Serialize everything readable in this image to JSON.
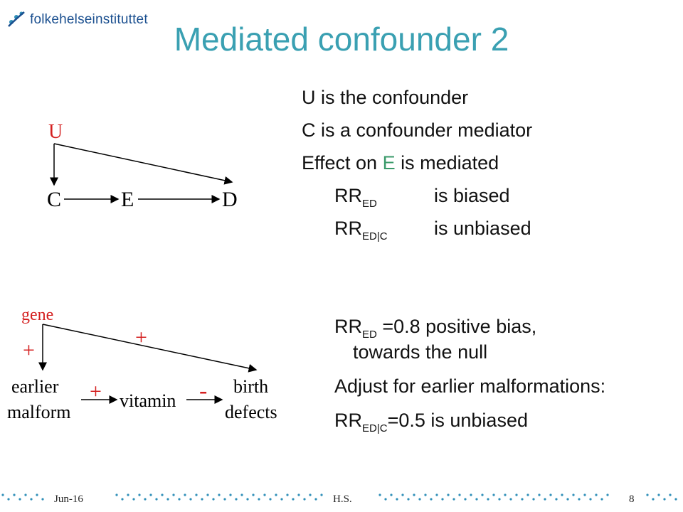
{
  "logo": {
    "text": "folkehelseinstituttet"
  },
  "title": "Mediated confounder 2",
  "bullets": {
    "line1": "U is the confounder",
    "line2": "C is a confounder mediator",
    "line3_pre": "Effect on ",
    "line3_e": "E",
    "line3_post": " is mediated",
    "rr1_main": "RR",
    "rr1_sub": "ED",
    "rr1_text": "is biased",
    "rr2_main": "RR",
    "rr2_sub": "ED|C",
    "rr2_text": "is unbiased",
    "rr3_main": "RR",
    "rr3_sub": "ED",
    "rr3_text": " =0.8 positive bias,",
    "rr3_cont": "towards the null",
    "adjust": "Adjust for earlier malformations:",
    "rr4_main": "RR",
    "rr4_sub": "ED|C",
    "rr4_text": "=0.5 is unbiased"
  },
  "diagram1": {
    "u": "U",
    "c": "C",
    "e": "E",
    "d": "D"
  },
  "diagram2": {
    "gene": "gene",
    "plus_left": "+",
    "plus_top": "+",
    "earlier": "earlier",
    "malform": "malform",
    "plus_mid": "+",
    "vitamin": "vitamin",
    "minus": "-",
    "birth": "birth",
    "defects": "defects"
  },
  "footer": {
    "date": "Jun-16",
    "author": "H.S.",
    "page": "8"
  },
  "colors": {
    "title": "#3aa0b2",
    "red": "#d42020",
    "green": "#3a9a6a",
    "logo": "#1a4f8f",
    "dots": "#2f8fb8"
  }
}
